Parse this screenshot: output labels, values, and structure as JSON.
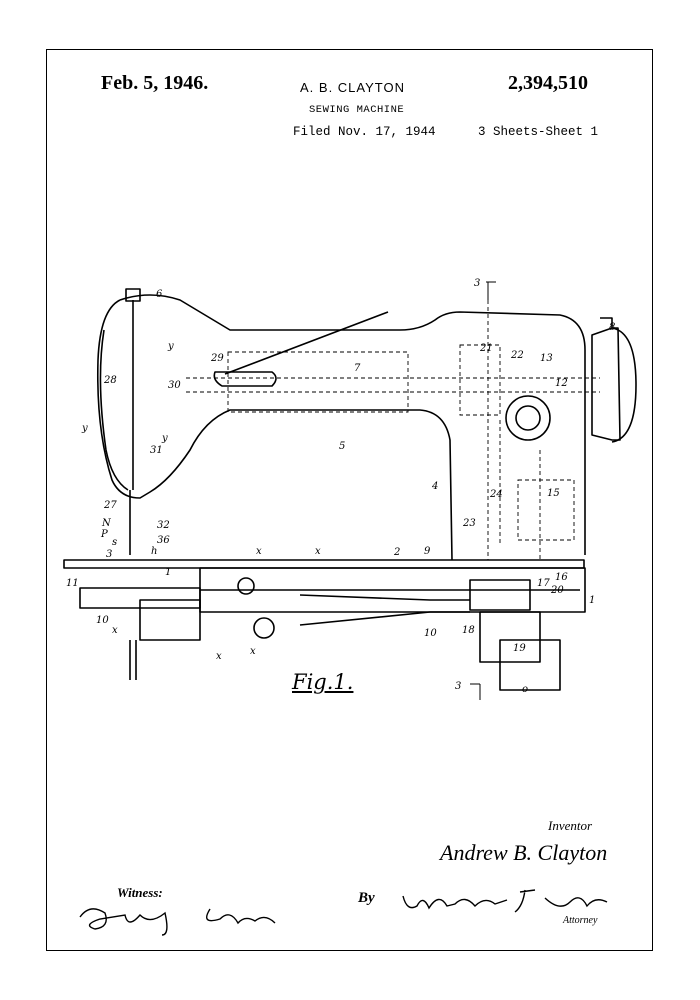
{
  "header": {
    "date": "Feb. 5, 1946.",
    "inventor": "A. B. CLAYTON",
    "patent_number": "2,394,510",
    "title": "SEWING MACHINE",
    "filed": "Filed Nov. 17, 1944",
    "sheets": "3 Sheets-Sheet 1"
  },
  "figure": {
    "caption": "Fig.1.",
    "reference_numerals": [
      "3",
      "6",
      "8",
      "29",
      "7",
      "21",
      "22",
      "13",
      "28",
      "30",
      "y",
      "12",
      "y",
      "y",
      "5",
      "31",
      "4",
      "15",
      "24",
      "27",
      "23",
      "N",
      "32",
      "P",
      "s",
      "36",
      "3",
      "h",
      "x",
      "x",
      "2",
      "9",
      "11",
      "1",
      "17",
      "16",
      "20",
      "1",
      "10",
      "x",
      "x",
      "x",
      "10",
      "18",
      "19",
      "3",
      "o"
    ]
  },
  "signatures": {
    "inventor_label": "Inventor",
    "inventor_signature": "Andrew B. Clayton",
    "witness_label": "Witness:",
    "by_label": "By",
    "attorney_label": "Attorney"
  }
}
